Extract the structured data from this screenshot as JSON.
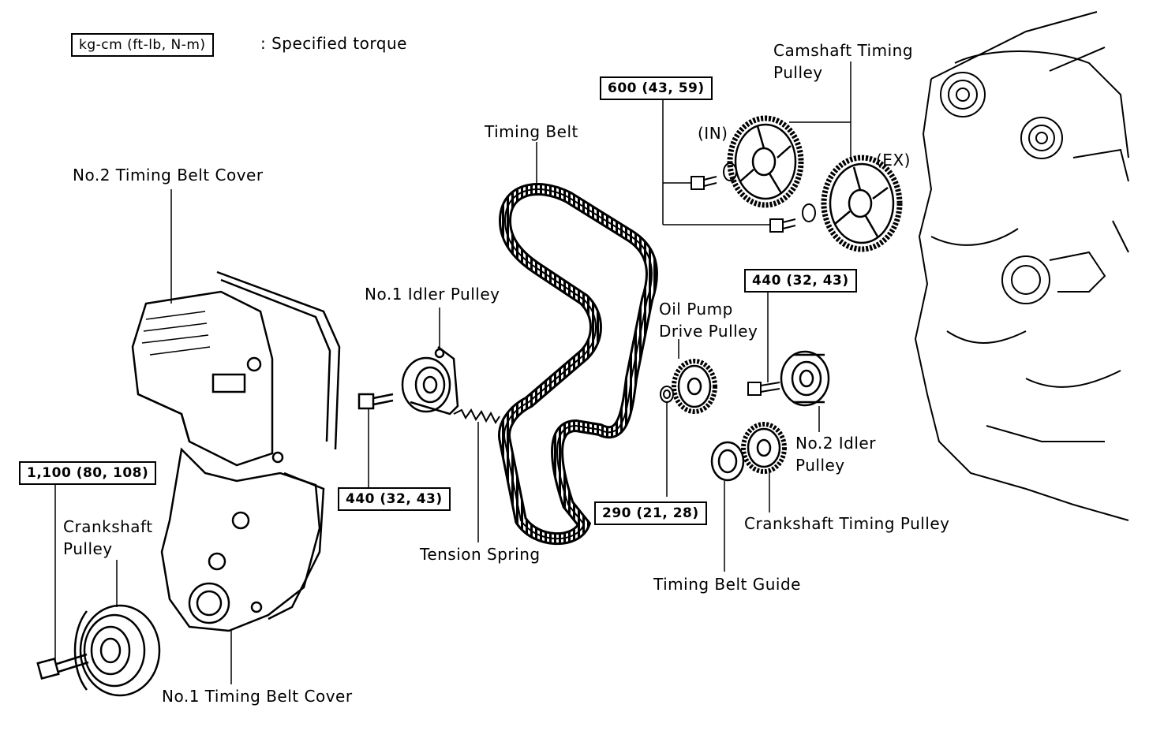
{
  "legend": {
    "box_text": "kg-cm (ft-lb, N-m)",
    "description": ":  Specified torque"
  },
  "parts": {
    "no2_timing_belt_cover": "No.2 Timing Belt Cover",
    "no1_timing_belt_cover": "No.1 Timing Belt Cover",
    "crankshaft_pulley_line1": "Crankshaft",
    "crankshaft_pulley_line2": "Pulley",
    "no1_idler_pulley": "No.1 Idler Pulley",
    "tension_spring": "Tension Spring",
    "timing_belt": "Timing Belt",
    "camshaft_timing_pulley_line1": "Camshaft Timing",
    "camshaft_timing_pulley_line2": "Pulley",
    "intake": "(IN)",
    "exhaust": "(EX)",
    "oil_pump_drive_pulley_line1": "Oil Pump",
    "oil_pump_drive_pulley_line2": "Drive Pulley",
    "no2_idler_pulley_line1": "No.2 Idler",
    "no2_idler_pulley_line2": "Pulley",
    "crankshaft_timing_pulley": "Crankshaft Timing Pulley",
    "timing_belt_guide": "Timing Belt Guide"
  },
  "torques": {
    "camshaft_bolts": "600 (43, 59)",
    "no2_idler_bolt": "440 (32, 43)",
    "no1_idler_bolt": "440 (32, 43)",
    "crankshaft_pulley_bolt": "1,100 (80, 108)",
    "oil_pump_pulley_nut": "290 (21, 28)"
  }
}
